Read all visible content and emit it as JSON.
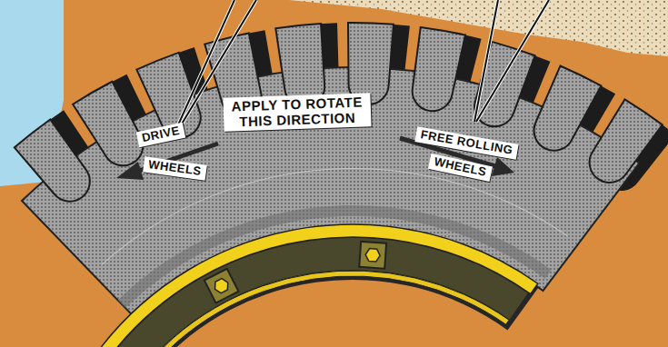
{
  "diagram": {
    "nodes": [
      {
        "text": [
          "DRIVE"
        ]
      },
      {
        "text": [
          "WHEELS"
        ]
      },
      {
        "text": [
          "APPLY TO ROTATE THIS DIRECTION"
        ]
      },
      {
        "text": [
          "FREE ROLLING"
        ]
      },
      {
        "text": [
          "WHEELS"
        ]
      }
    ]
  }
}
